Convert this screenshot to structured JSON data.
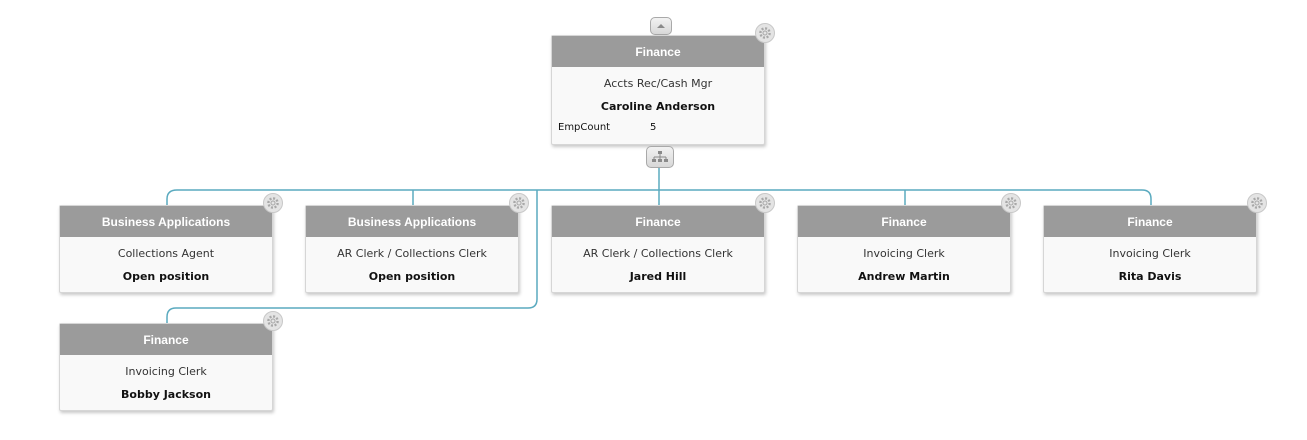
{
  "chart": {
    "root": {
      "department": "Finance",
      "title": "Accts Rec/Cash Mgr",
      "name": "Caroline Anderson",
      "field_label": "EmpCount",
      "field_value": "5"
    },
    "children": [
      {
        "department": "Business Applications",
        "title": "Collections Agent",
        "name": "Open position"
      },
      {
        "department": "Business Applications",
        "title": "AR Clerk / Collections Clerk",
        "name": "Open position"
      },
      {
        "department": "Finance",
        "title": "AR Clerk / Collections Clerk",
        "name": "Jared Hill"
      },
      {
        "department": "Finance",
        "title": "Invoicing Clerk",
        "name": "Andrew Martin"
      },
      {
        "department": "Finance",
        "title": "Invoicing Clerk",
        "name": "Rita Davis"
      },
      {
        "department": "Finance",
        "title": "Invoicing Clerk",
        "name": "Bobby Jackson"
      }
    ]
  },
  "icons": {
    "expand_up": "chevron-up-icon",
    "hierarchy": "org-chart-icon",
    "settings": "gear-icon"
  },
  "colors": {
    "header_bg": "#9b9b9b",
    "card_bg": "#f9f9f9",
    "connector": "#5aaabf"
  }
}
